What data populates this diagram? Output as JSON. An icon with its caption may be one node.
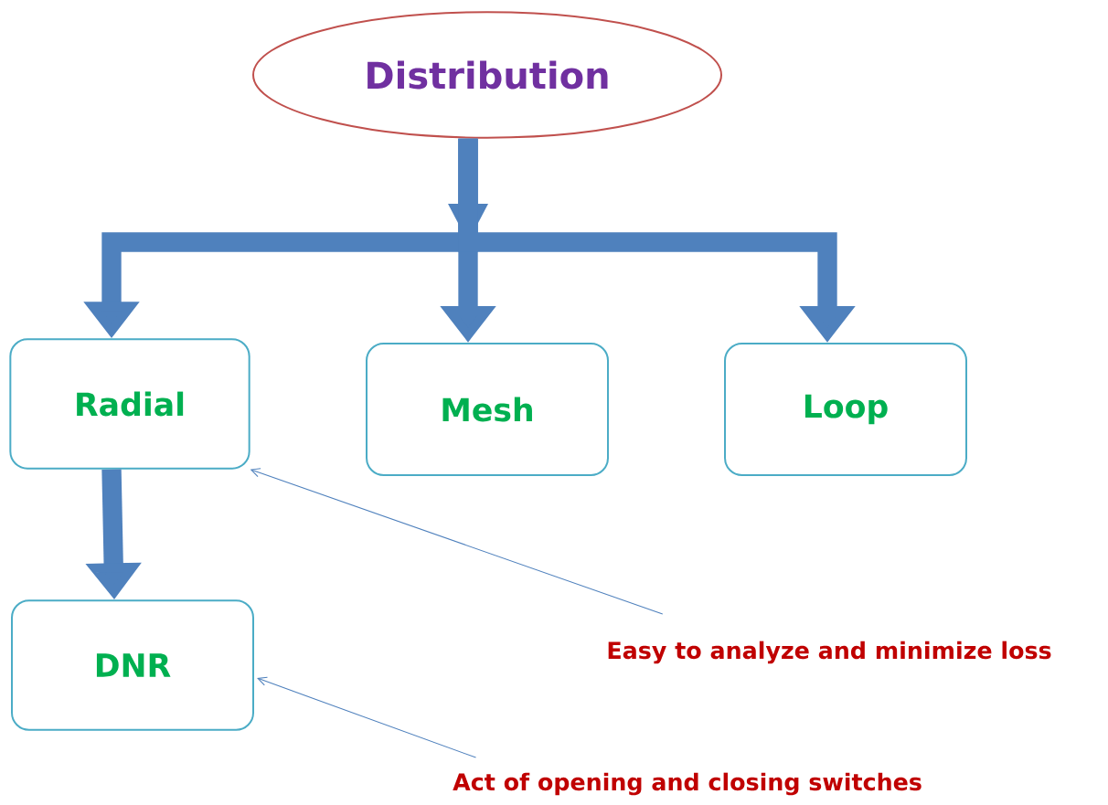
{
  "diagram": {
    "nodes": [
      {
        "text": [
          "Distribution"
        ]
      },
      {
        "text": [
          "Radial"
        ]
      },
      {
        "text": [
          "Mesh"
        ]
      },
      {
        "text": [
          "Loop"
        ]
      },
      {
        "text": [
          "DNR"
        ]
      },
      {
        "text": [
          "Easy to analyze and minimize loss"
        ]
      },
      {
        "text": [
          "Act of opening and closing switches"
        ]
      }
    ],
    "edges": [
      {
        "from": 0,
        "to": 1,
        "arrow": "to"
      },
      {
        "from": 0,
        "to": 2,
        "arrow": "to"
      },
      {
        "from": 0,
        "to": 3,
        "arrow": "to"
      },
      {
        "from": 1,
        "to": 4,
        "arrow": "to"
      },
      {
        "from": 5,
        "to": 1,
        "arrow": "to"
      },
      {
        "from": 6,
        "to": 4,
        "arrow": "to"
      }
    ]
  }
}
